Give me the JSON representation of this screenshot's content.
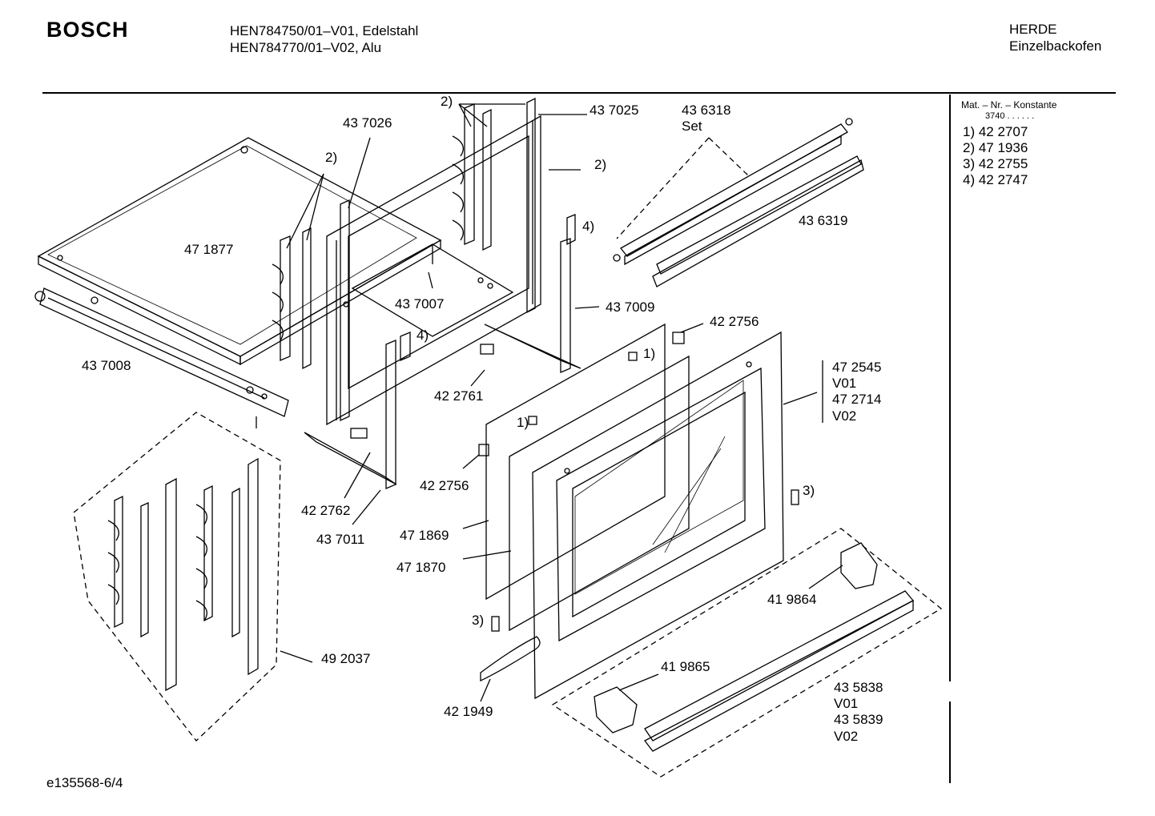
{
  "brand": "BOSCH",
  "models": [
    "HEN784750/01–V01, Edelstahl",
    "HEN784770/01–V02, Alu"
  ],
  "category": [
    "HERDE",
    "Einzelbackofen"
  ],
  "constants": {
    "header": "Mat. – Nr. – Konstante",
    "sub": "3740 . . . . . .",
    "items": [
      "1) 42 2707",
      "2) 47 1936",
      "3) 42 2755",
      "4) 42 2747"
    ]
  },
  "labels": {
    "l_2a": "2)",
    "l_437025": "43 7025",
    "l_436318": "43 6318",
    "l_set": "Set",
    "l_437026": "43 7026",
    "l_2b": "2)",
    "l_2c": "2)",
    "l_471877": "47 1877",
    "l_4a": "4)",
    "l_436319": "43 6319",
    "l_437007": "43 7007",
    "l_437009": "43 7009",
    "l_4b": "4)",
    "l_422756a": "42 2756",
    "l_437008": "43 7008",
    "l_1a": "1)",
    "l_422761": "42 2761",
    "l_472545": "47 2545",
    "l_v01a": "V01",
    "l_472714": "47 2714",
    "l_v02a": "V02",
    "l_1b": "1)",
    "l_422756b": "42 2756",
    "l_3a": "3)",
    "l_422762": "42 2762",
    "l_437011": "43 7011",
    "l_471869": "47 1869",
    "l_471870": "47 1870",
    "l_419864": "41 9864",
    "l_3b": "3)",
    "l_492037": "49 2037",
    "l_419865": "41 9865",
    "l_435838": "43 5838",
    "l_v01b": "V01",
    "l_435839": "43 5839",
    "l_v02b": "V02",
    "l_421949": "42 1949"
  },
  "footer": "e135568-6/4"
}
